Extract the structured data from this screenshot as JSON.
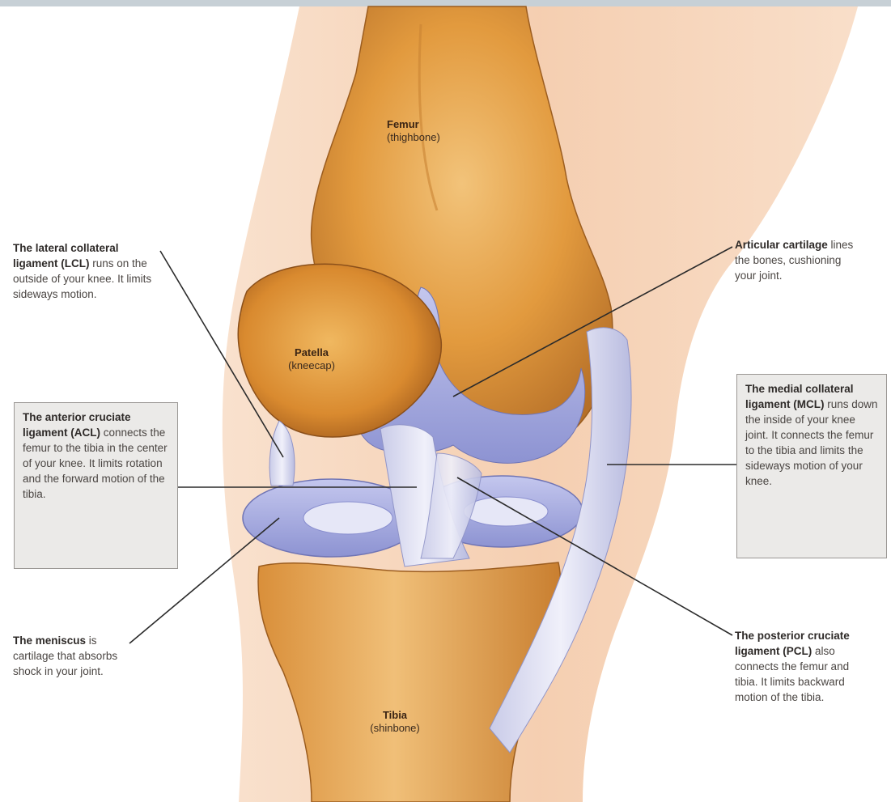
{
  "colors": {
    "top_bar": "#c7d0d6",
    "skin": "#f6cfb0",
    "bone": "#e4a24a",
    "bone_shadow": "#b9732a",
    "cartilage": "#a9aee0",
    "ligament": "#dcdcf0",
    "leader_line": "#2b2b2b"
  },
  "labels": {
    "femur": {
      "name": "Femur",
      "desc": "(thighbone)"
    },
    "patella": {
      "name": "Patella",
      "desc": "(kneecap)"
    },
    "tibia": {
      "name": "Tibia",
      "desc": "(shinbone)"
    },
    "lcl": {
      "term": "The lateral collateral ligament (LCL)",
      "text": " runs on the outside of your knee. It limits sideways motion."
    },
    "articular": {
      "term": "Articular cartilage",
      "text": " lines the bones, cushioning your joint."
    },
    "acl": {
      "term": "The anterior cruciate ligament (ACL)",
      "text": " connects the femur to the tibia in the center of your knee. It limits rotation and the forward motion of the tibia."
    },
    "mcl": {
      "term": "The medial collateral ligament (MCL)",
      "text": " runs down the inside of your knee joint. It connects the femur to the tibia and limits the sideways motion of your knee."
    },
    "meniscus": {
      "term": "The meniscus",
      "text": " is cartilage that absorbs shock in your joint."
    },
    "pcl": {
      "term": "The posterior cruciate ligament (PCL)",
      "text": " also connects the femur and tibia. It limits backward motion of the tibia."
    }
  }
}
